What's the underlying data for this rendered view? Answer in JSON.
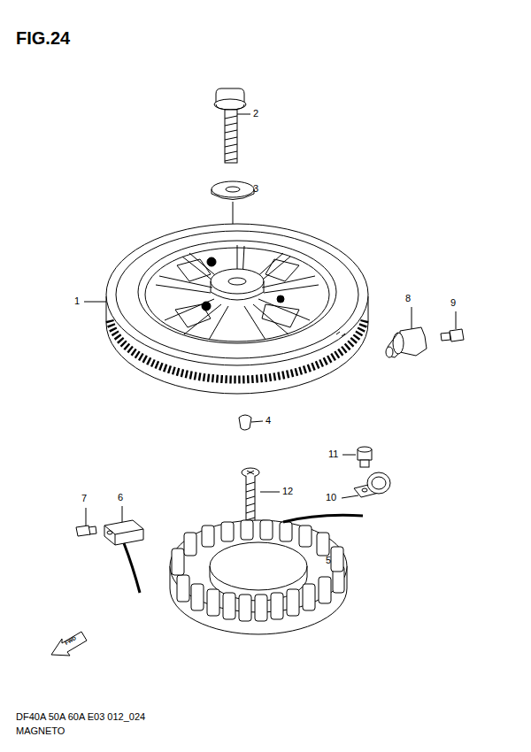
{
  "diagram": {
    "title": "FIG.24",
    "labels": [
      "2",
      "3",
      "1",
      "8",
      "9",
      "4",
      "11",
      "12",
      "10",
      "7",
      "6",
      "5",
      "FWD",
      "DF40A 50A 60A E03 012_024",
      "MAGNETO"
    ]
  }
}
